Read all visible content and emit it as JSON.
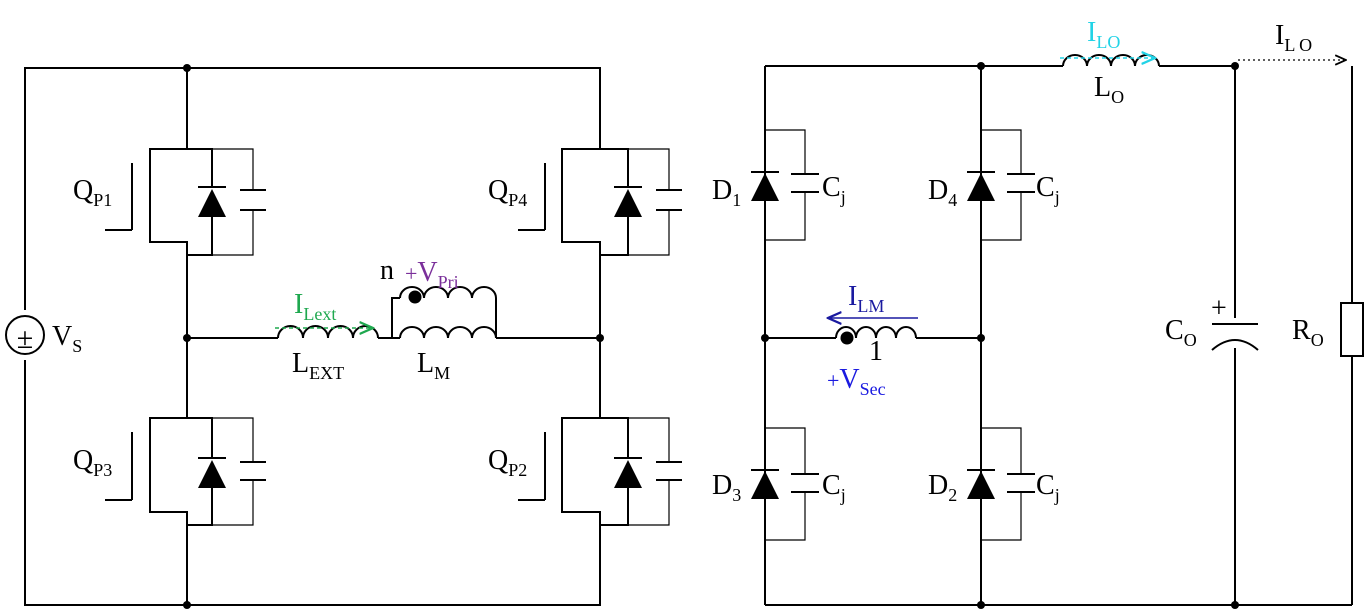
{
  "colors": {
    "wire": "#000000",
    "i_lext": "#1fa84f",
    "v_pri": "#7a2f9a",
    "i_lm": "#1a1aa0",
    "v_sec": "#1a1ae0",
    "i_lo": "#22d3e6"
  },
  "source": {
    "main": "V",
    "sub": "S",
    "symbol": "±"
  },
  "switches": [
    {
      "id": "qp1",
      "main": "Q",
      "sub": "P1"
    },
    {
      "id": "qp3",
      "main": "Q",
      "sub": "P3"
    },
    {
      "id": "qp4",
      "main": "Q",
      "sub": "P4"
    },
    {
      "id": "qp2",
      "main": "Q",
      "sub": "P2"
    }
  ],
  "primary": {
    "i_lext": {
      "main": "I",
      "sub": "Lext"
    },
    "l_ext": {
      "main": "L",
      "sub": "EXT"
    },
    "turns": "n",
    "v_pri": {
      "sign": "+",
      "main": "V",
      "sub": "Pri"
    },
    "l_m": {
      "main": "L",
      "sub": "M"
    }
  },
  "secondary": {
    "i_lm": {
      "main": "I",
      "sub": "LM"
    },
    "turns": "1",
    "v_sec": {
      "sign": "+",
      "main": "V",
      "sub": "Sec"
    }
  },
  "diodes": [
    {
      "id": "d1",
      "main": "D",
      "sub": "1"
    },
    {
      "id": "d4",
      "main": "D",
      "sub": "4"
    },
    {
      "id": "d3",
      "main": "D",
      "sub": "3"
    },
    {
      "id": "d2",
      "main": "D",
      "sub": "2"
    }
  ],
  "cap_j": {
    "main": "C",
    "sub": "j"
  },
  "output": {
    "i_lo": {
      "main": "I",
      "sub": "LO"
    },
    "l_o": {
      "main": "L",
      "sub": "O"
    },
    "i_lo_out": {
      "main": "I",
      "sub": "L O"
    },
    "c_o": {
      "main": "C",
      "sub": "O"
    },
    "c_o_plus": "+",
    "r_o": {
      "main": "R",
      "sub": "O"
    }
  }
}
